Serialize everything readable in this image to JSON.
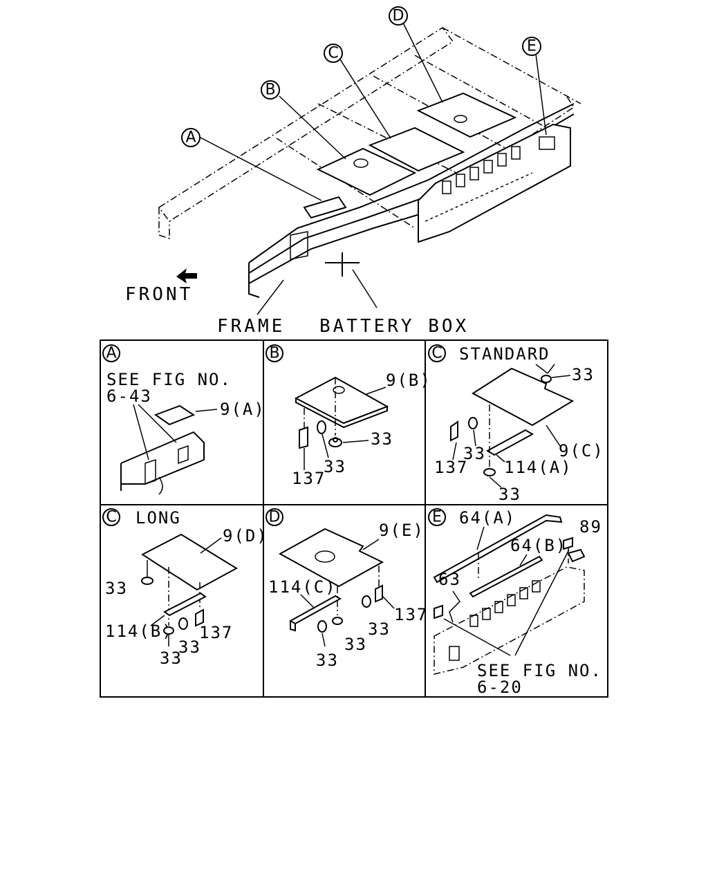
{
  "callouts": {
    "a": "A",
    "b": "B",
    "c": "C",
    "d": "D",
    "e": "E"
  },
  "main": {
    "front": "FRONT",
    "frame": "FRAME",
    "battery_box": "BATTERY BOX"
  },
  "panels": {
    "a": {
      "ref_line1": "SEE FIG NO.",
      "ref_line2": "6-43",
      "part": "9(A)"
    },
    "b": {
      "part_cover": "9(B)",
      "part_33a": "33",
      "part_33b": "33",
      "part_137": "137"
    },
    "c_std": {
      "title": "STANDARD",
      "part_33top": "33",
      "part_137": "137",
      "part_33mid": "33",
      "part_114": "114(A)",
      "part_cover": "9(C)",
      "part_33bot": "33"
    },
    "c_long": {
      "title": "LONG",
      "part_cover": "9(D)",
      "part_33left": "33",
      "part_114": "114(B)",
      "part_137": "137",
      "part_33a": "33",
      "part_33b": "33"
    },
    "d": {
      "part_cover": "9(E)",
      "part_114": "114(C)",
      "part_137": "137",
      "part_33a": "33",
      "part_33b": "33",
      "part_33c": "33"
    },
    "e": {
      "part_64a": "64(A)",
      "part_64b": "64(B)",
      "part_89": "89",
      "part_63": "63",
      "ref_line1": "SEE FIG NO.",
      "ref_line2": "6-20"
    }
  }
}
